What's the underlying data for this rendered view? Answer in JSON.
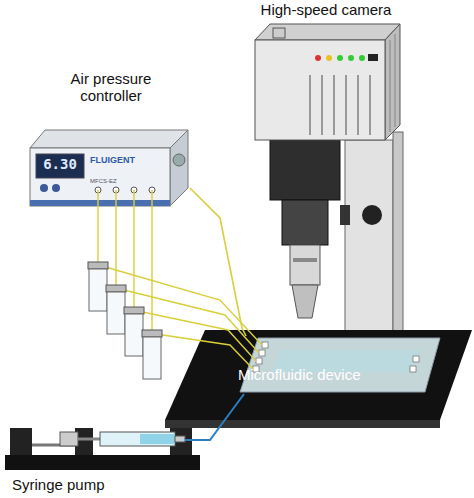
{
  "diagram": {
    "nodes": [
      {
        "text": [
          "High-speed camera"
        ]
      },
      {
        "text": [
          "Air pressure controller",
          "6.30",
          "FLUIGENT",
          "MFCS-EZ"
        ]
      },
      {
        "text": [
          "Microfluidic device"
        ]
      },
      {
        "text": [
          "Syringe pump"
        ]
      }
    ],
    "edges": [
      {
        "from": 1,
        "to": 2,
        "arrow": "none"
      },
      {
        "from": 3,
        "to": 2,
        "arrow": "none"
      }
    ]
  }
}
